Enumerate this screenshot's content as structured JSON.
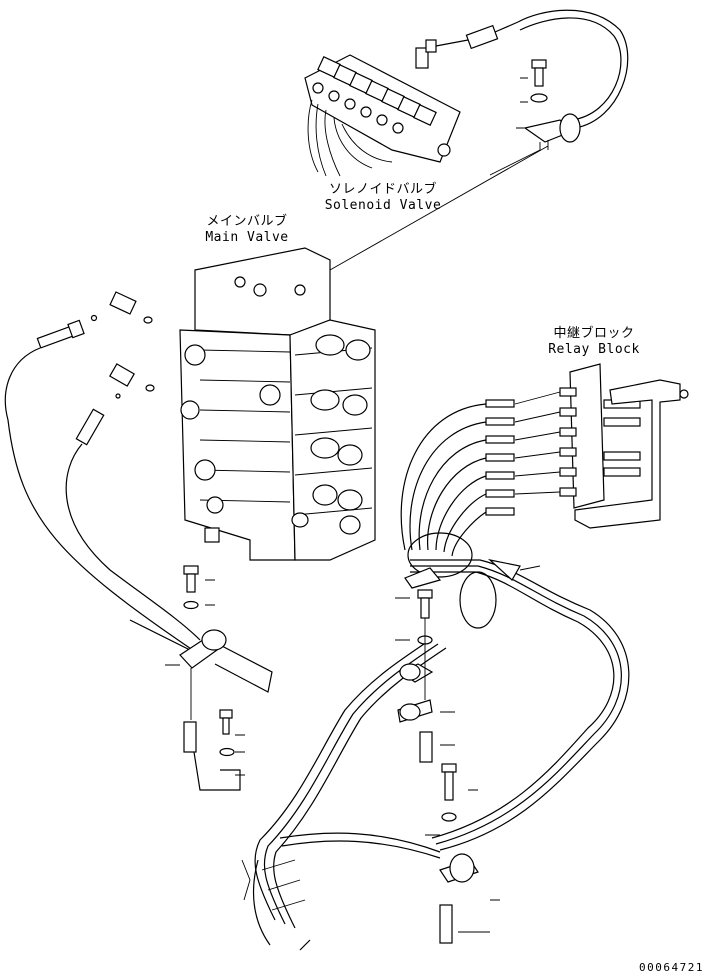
{
  "labels": {
    "solenoid_valve": {
      "jp": "ソレノイドバルブ",
      "en": "Solenoid Valve"
    },
    "main_valve": {
      "jp": "メインバルブ",
      "en": "Main Valve"
    },
    "relay_block": {
      "jp": "中継ブロック",
      "en": "Relay Block"
    }
  },
  "document_number": "00064721"
}
